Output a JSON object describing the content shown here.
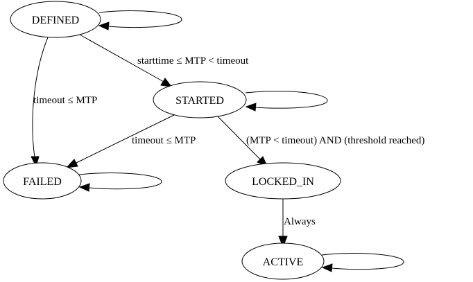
{
  "nodes": {
    "defined": "DEFINED",
    "started": "STARTED",
    "failed": "FAILED",
    "locked_in": "LOCKED_IN",
    "active": "ACTIVE"
  },
  "edges": {
    "defined_to_started": "starttime ≤ MTP < timeout",
    "defined_to_failed": "timeout ≤ MTP",
    "started_to_failed": "timeout ≤ MTP",
    "started_to_locked_in": "(MTP < timeout) AND (threshold reached)",
    "locked_in_to_active": "Always"
  }
}
